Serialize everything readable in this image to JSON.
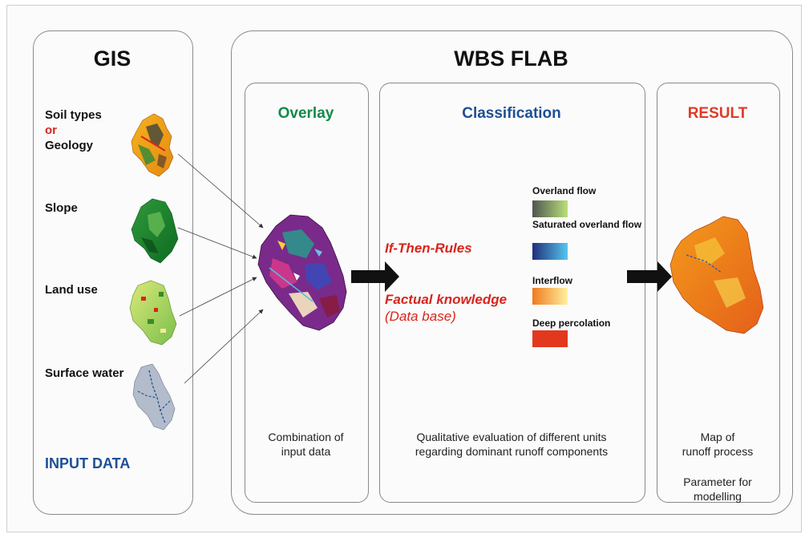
{
  "gis": {
    "title": "GIS",
    "inputs": {
      "soil": "Soil types",
      "or": "or",
      "geology": "Geology",
      "slope": "Slope",
      "landuse": "Land use",
      "water": "Surface water"
    },
    "footer": "INPUT DATA"
  },
  "wbs": {
    "title": "WBS FLAB",
    "overlay": {
      "title": "Overlay",
      "description_line1": "Combination of",
      "description_line2": "input data"
    },
    "classification": {
      "title": "Classification",
      "rules": "If-Then-Rules",
      "knowledge": "Factual knowledge",
      "database": "(Data base)",
      "description_line1": "Qualitative evaluation of different units",
      "description_line2": "regarding dominant runoff components",
      "legend": [
        {
          "label": "Overland flow",
          "color_from": "#4f5550",
          "color_to": "#b9e07a"
        },
        {
          "label": "Saturated overland flow",
          "color_from": "#1f2f7a",
          "color_to": "#57c6ee"
        },
        {
          "label": "Interflow",
          "color_from": "#f07a1e",
          "color_to": "#fff0a0"
        },
        {
          "label": "Deep percolation",
          "color_from": "#e2381e",
          "color_to": "#e2381e"
        }
      ]
    },
    "result": {
      "title": "RESULT",
      "description_line1": "Map of",
      "description_line2": "runoff process",
      "parameter_line1": "Parameter for",
      "parameter_line2": "modelling"
    }
  },
  "colors": {
    "overlay_title": "#138a4a",
    "classification_title": "#1d4f95",
    "result_title": "#e03a28",
    "or": "#d8251d",
    "input_data": "#1d4f95",
    "rules_text": "#d8251d"
  },
  "icons": [
    "soil-map-icon",
    "slope-map-icon",
    "landuse-map-icon",
    "surface-water-map-icon",
    "overlay-map-icon",
    "result-map-icon",
    "arrow-icon"
  ]
}
